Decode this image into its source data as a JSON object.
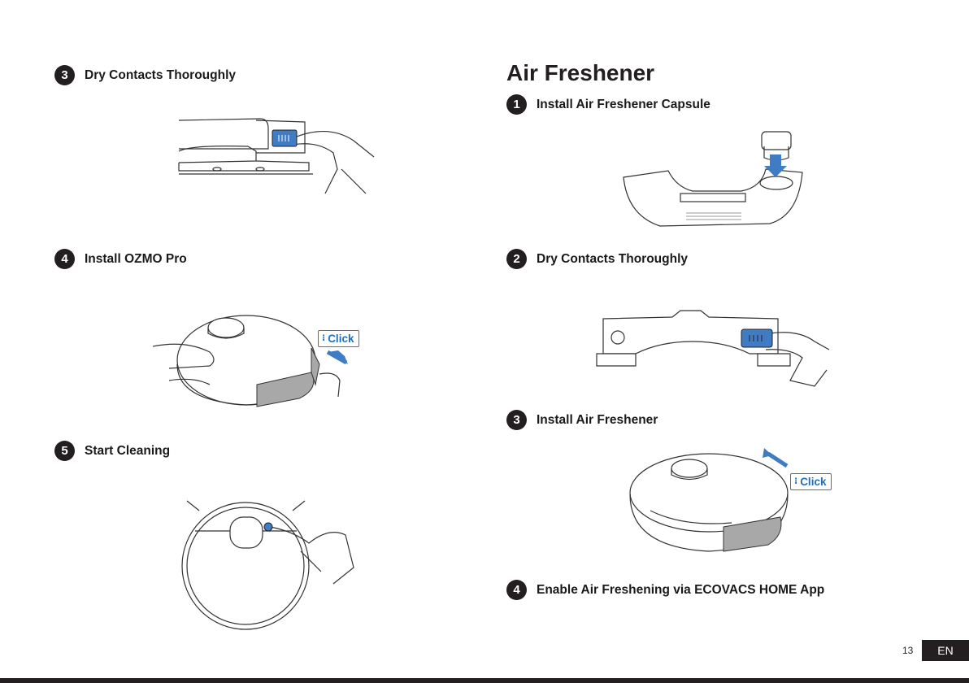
{
  "left_steps": [
    {
      "num": "3",
      "label": "Dry Contacts Thoroughly"
    },
    {
      "num": "4",
      "label": "Install OZMO Pro"
    },
    {
      "num": "5",
      "label": "Start Cleaning"
    }
  ],
  "section_title": "Air Freshener",
  "right_steps": [
    {
      "num": "1",
      "label": "Install Air Freshener Capsule"
    },
    {
      "num": "2",
      "label": "Dry Contacts Thoroughly"
    },
    {
      "num": "3",
      "label": "Install Air Freshener"
    },
    {
      "num": "4",
      "label": "Enable Air Freshening via ECOVACS HOME App"
    }
  ],
  "click_label": "Click",
  "page_number": "13",
  "language": "EN",
  "colors": {
    "accent_blue": "#3f7cc4",
    "dark": "#231f20",
    "gray_fill": "#a8a8a8"
  }
}
